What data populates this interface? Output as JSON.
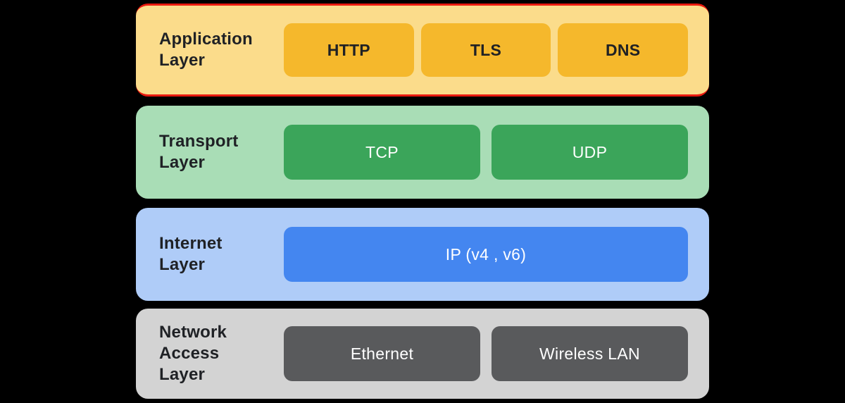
{
  "colors": {
    "page_background": "#000000",
    "label_text": "#1F2125",
    "chip_text_dark": "#202124",
    "chip_text_light": "#FFFFFF",
    "application_border_red": "#EB1A0F"
  },
  "layers": [
    {
      "id": "application",
      "label": "Application\nLayer",
      "bg": "#FBDC8B",
      "chip_bg": "#F5B82C",
      "border_color": "#EB1A0F",
      "chips": [
        {
          "label": "HTTP"
        },
        {
          "label": "TLS"
        },
        {
          "label": "DNS"
        }
      ]
    },
    {
      "id": "transport",
      "label": "Transport\nLayer",
      "bg": "#A9DDB6",
      "chip_bg": "#3BA55A",
      "chips": [
        {
          "label": "TCP"
        },
        {
          "label": "UDP"
        }
      ]
    },
    {
      "id": "internet",
      "label": "Internet\nLayer",
      "bg": "#AFCCF8",
      "chip_bg": "#4486F0",
      "chips": [
        {
          "label": "IP (v4 , v6)"
        }
      ]
    },
    {
      "id": "network_access",
      "label": "Network\nAccess\nLayer",
      "bg": "#D3D3D3",
      "chip_bg": "#595A5C",
      "chips": [
        {
          "label": "Ethernet"
        },
        {
          "label": "Wireless LAN"
        }
      ]
    }
  ]
}
